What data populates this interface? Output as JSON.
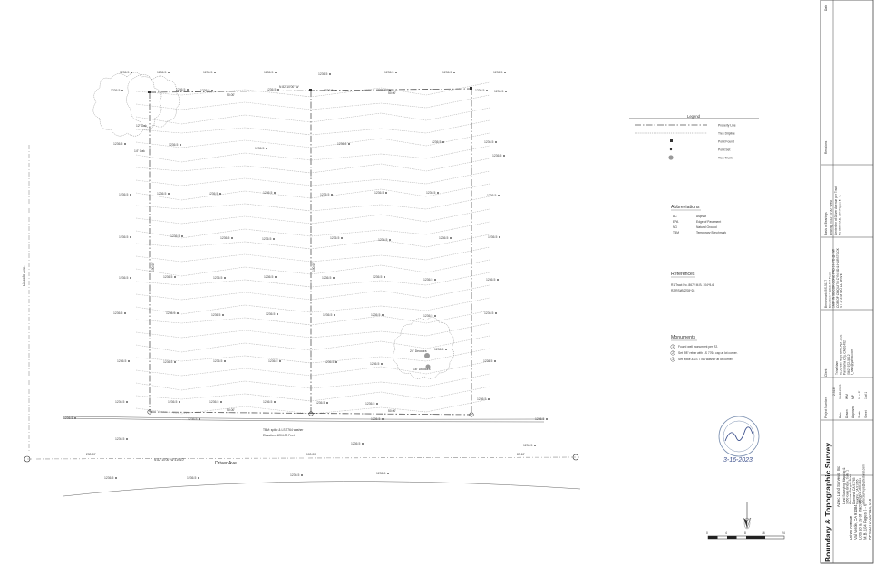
{
  "title_block": {
    "title": "Boundary & Topographic Survey",
    "company": "Aztec Land Surveys, Inc",
    "company_info": [
      "Aztec Land Surveys, Inc",
      "Land Surveying, Mapping &",
      "3550 Gate Bridge, Suite 1",
      "Cochran Canyon Drive",
      "Diamond, CA 91765",
      "Vaughn, CA 91765",
      "Cell (714) 269-0621",
      "aztecsurveys@aztecland.com"
    ],
    "site_info": [
      "Driver Avenue",
      "Val Verde, CA 91384",
      "Lots 18 & 19 of Tract 8672",
      "M.B. 104 Pages 5 - 6",
      "APN 3271-020-014, 016"
    ],
    "project_number_label": "Project Number",
    "fields": [
      {
        "label": "Date",
        "value": "03.22.2023"
      },
      {
        "label": "Drawn",
        "value": "WM"
      },
      {
        "label": "Approved",
        "value": "MP"
      },
      {
        "label": "Scale",
        "value": "1\" = 8'"
      },
      {
        "label": "Sheet",
        "value": "1 of 1"
      }
    ],
    "client_label": "Client",
    "client_value": "2.3130",
    "client": [
      "Trina Nam",
      "8155 Van Nuys Blvd, Apt 1202",
      "Panorama City, CA 91402",
      "(562) 972-5812",
      "t_nam@yahoo.com"
    ],
    "benchmark_label": "Benchmark: BS-5117",
    "benchmark": [
      "Benchmark: BS-5117",
      "Elevation = 1218.467 Feet",
      "1MIN IN SE COR CONC PAD 3 HYD @ SW",
      "COR OF CHIQUITO CYN RD & HURSTOCK",
      "ST 17.8 M N/O CL DRIVE"
    ],
    "basis_label": "Basis of Bearings",
    "basis": [
      "Bearing: N 82°10'00\" West",
      "Centerline of Driver Avenue per Tract",
      "No 8672 M.B. 104 Pages 5 - 6."
    ],
    "revisions_label": "Revisions",
    "date_label": "Date",
    "signature": "3-16-2023"
  },
  "legend": {
    "title": "Legend",
    "items": [
      {
        "label": "Property Line",
        "symbol": "dash-dot-line"
      },
      {
        "label": "Tree Dripline",
        "symbol": "dotted-line"
      },
      {
        "label": "Point Found",
        "symbol": "filled-square"
      },
      {
        "label": "Point Set",
        "symbol": "small-dot"
      },
      {
        "label": "Tree Trunk",
        "symbol": "gray-circle"
      }
    ]
  },
  "abbreviations": {
    "title": "Abbreviations",
    "items": [
      {
        "abbr": "AC",
        "meaning": "Asphalt"
      },
      {
        "abbr": "EPA",
        "meaning": "Edge of Pavement"
      },
      {
        "abbr": "NG",
        "meaning": "Natural Ground"
      },
      {
        "abbr": "TBM",
        "meaning": "Temporary Benchmark"
      }
    ]
  },
  "references": {
    "title": "References",
    "items": [
      "R1 Tract No. 8672 M.B. 104^5-6",
      "R2 RS#B2708^28"
    ]
  },
  "monuments": {
    "title": "Monuments",
    "items": [
      {
        "num": "1",
        "text": "Found well monument per R2."
      },
      {
        "num": "2",
        "text": "Set 5/8\" rebar with LS 7764 cap at lot corner."
      },
      {
        "num": "3",
        "text": "Set spike & LS 7764 washer at lot corner."
      }
    ]
  },
  "plan": {
    "street_vertical": "Lincoln Ave.",
    "street_horizontal": "Driver Ave.",
    "bearing_top": "N 82°10'00\" W",
    "bearing_bottom": "N 82°10'00\" W  419.10'",
    "dims": [
      "50.00'",
      "50.00'",
      "50.00'",
      "50.00'",
      "100.00'",
      "100.00'",
      "230.00'",
      "89.10'",
      "100.00'"
    ],
    "tbm_lines": [
      "TBM:  spike & LS 7764 washer",
      "Elevation:  1204.00 Feet"
    ],
    "tree_labels": [
      "24\" Deodora",
      "16\" Deodora",
      "12\" Oak",
      "14\" Oak"
    ],
    "spot_elevation_sample": "1236.5"
  },
  "scale_bar": {
    "ticks": [
      "0",
      "4",
      "8",
      "16",
      "24"
    ]
  }
}
